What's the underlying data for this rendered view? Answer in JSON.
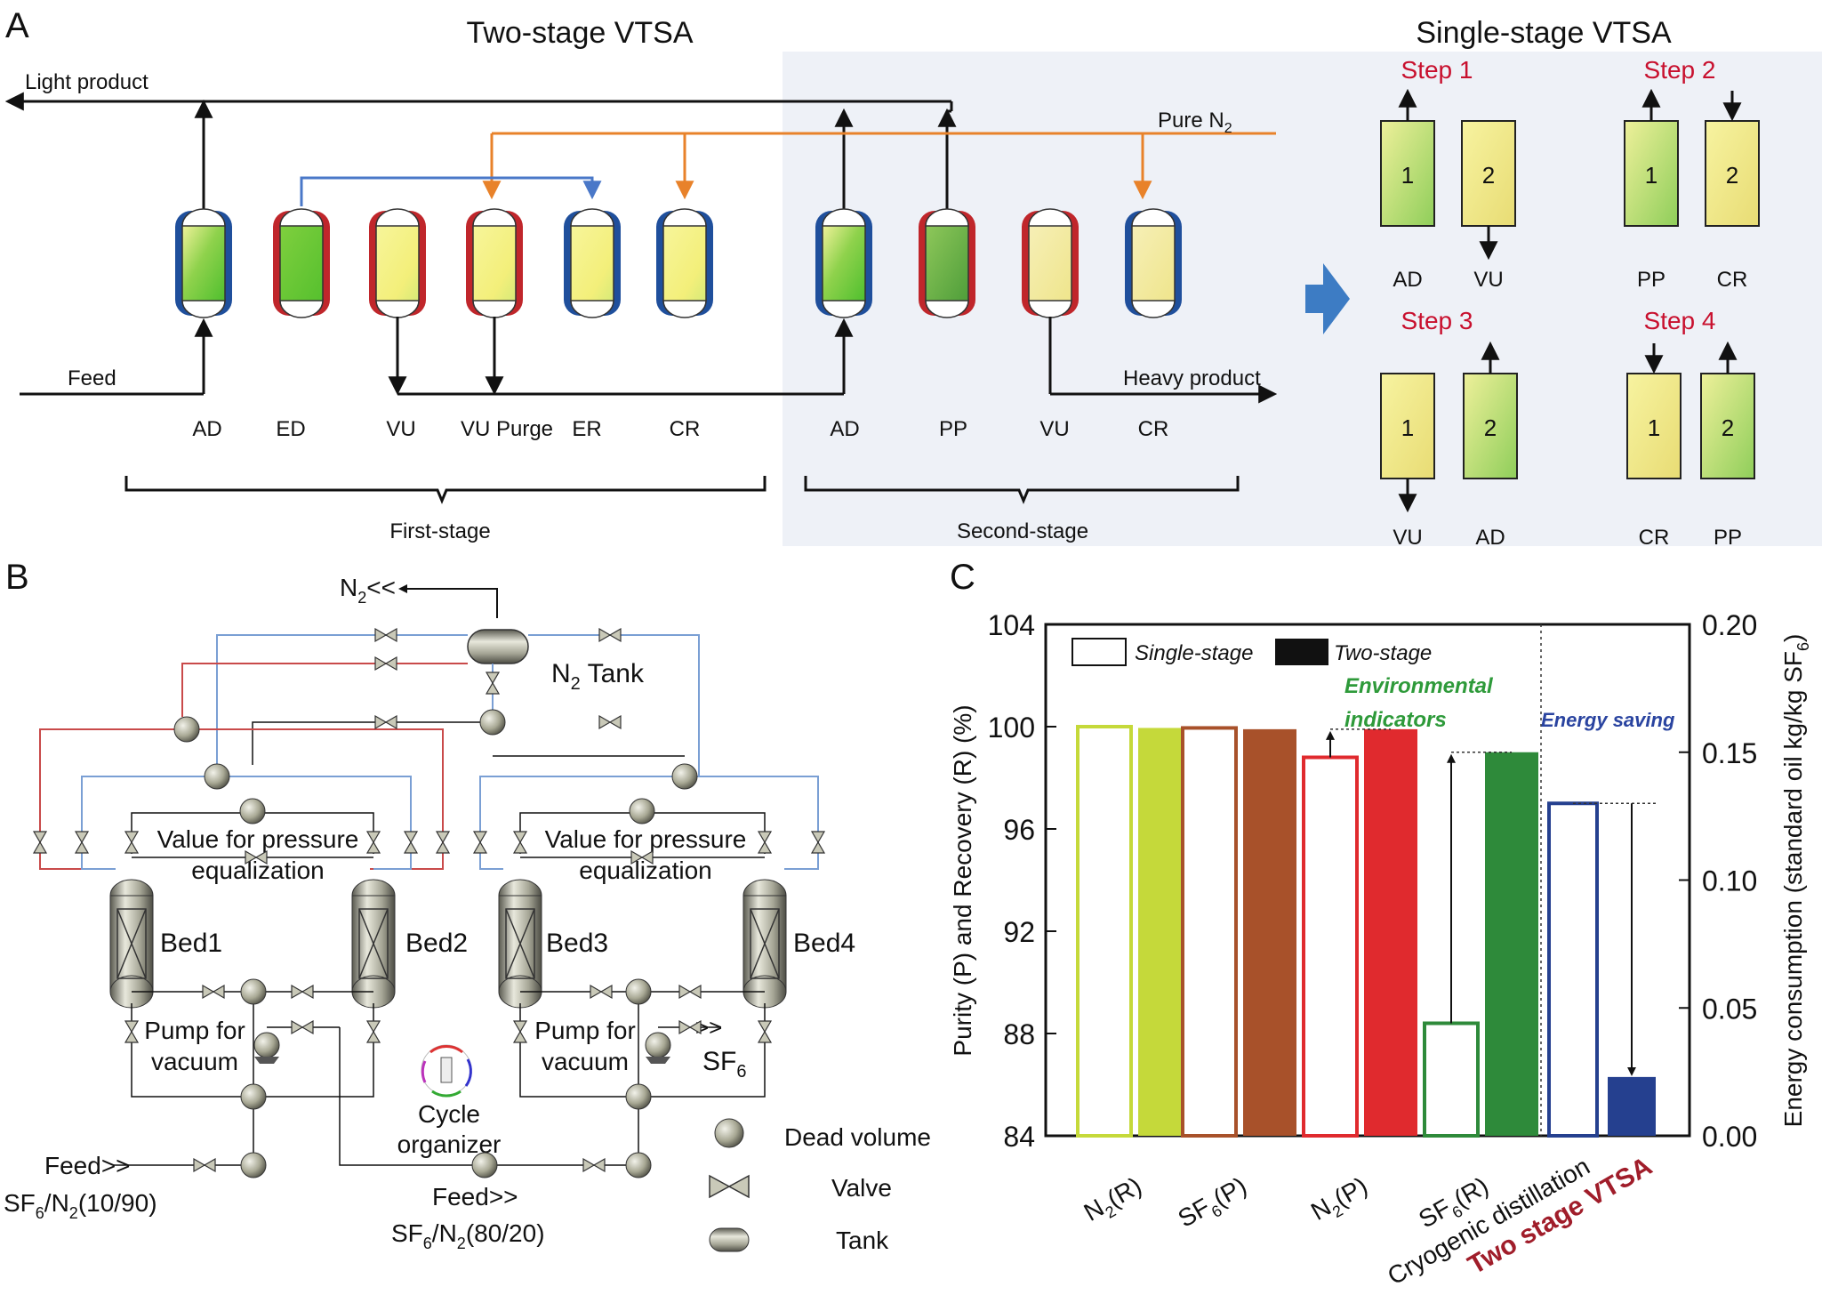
{
  "panel_a": {
    "label": "A",
    "title_two_stage": "Two-stage VTSA",
    "title_single_stage": "Single-stage VTSA",
    "light_product": "Light product",
    "pure_n2": "Pure N",
    "pure_n2_sub": "2",
    "feed": "Feed",
    "heavy_product": "Heavy product",
    "column_labels": [
      "AD",
      "ED",
      "VU",
      "VU Purge",
      "ER",
      "CR",
      "AD",
      "PP",
      "VU",
      "CR"
    ],
    "first_stage": "First-stage",
    "second_stage": "Second-stage",
    "steps": [
      {
        "title": "Step 1",
        "labels": [
          "AD",
          "VU"
        ]
      },
      {
        "title": "Step 2",
        "labels": [
          "PP",
          "CR"
        ]
      },
      {
        "title": "Step 3",
        "labels": [
          "VU",
          "AD"
        ]
      },
      {
        "title": "Step 4",
        "labels": [
          "CR",
          "PP"
        ]
      }
    ],
    "bed_numbers": [
      "1",
      "2"
    ],
    "colors": {
      "blue_jacket": "#1f4f9c",
      "red_jacket": "#c0262b",
      "orange_line": "#e8822a",
      "blue_line": "#4a78c8",
      "step_red": "#c8102e",
      "shade": "#eef1f7"
    }
  },
  "panel_b": {
    "label": "B",
    "n2_out": "N",
    "n2_out_sub": "2",
    "n2_out_suffix": "<<",
    "n2_tank": "N",
    "n2_tank_sub": "2",
    "n2_tank_suffix": " Tank",
    "valve_pe_line1": "Value for pressure",
    "valve_pe_line2": "equalization",
    "beds": [
      "Bed1",
      "Bed2",
      "Bed3",
      "Bed4"
    ],
    "pump_line1": "Pump for",
    "pump_line2": "vacuum",
    "sf6_out": ">>",
    "sf6_label": "SF",
    "sf6_sub": "6",
    "cycle_line1": "Cycle",
    "cycle_line2": "organizer",
    "feed1_line1": "Feed>>",
    "feed1_line2": {
      "a": "SF",
      "b": "6",
      "c": "/N",
      "d": "2",
      "e": "(10/90)"
    },
    "feed2_line1": "Feed>>",
    "feed2_line2": {
      "a": "SF",
      "b": "6",
      "c": "/N",
      "d": "2",
      "e": "(80/20)"
    },
    "legend": [
      "Dead volume",
      "Valve",
      "Tank"
    ]
  },
  "panel_c": {
    "label": "C",
    "legend": [
      "Single-stage",
      "Two-stage"
    ],
    "annotation_env_1": "Environmental",
    "annotation_env_2": "indicators",
    "annotation_energy": "Energy saving",
    "left_axis_label": "Purity (P) and Recovery (R) (%)",
    "right_axis_label_prefix": "Energy consumption (standard oil kg/kg SF",
    "right_axis_label_sub": "6",
    "right_axis_label_suffix": ")",
    "left_ticks": [
      "84",
      "88",
      "92",
      "96",
      "100",
      "104"
    ],
    "right_ticks": [
      "0.00",
      "0.05",
      "0.10",
      "0.15",
      "0.20"
    ],
    "categories": [
      {
        "a": "N",
        "b": "2",
        "c": "(R)"
      },
      {
        "a": "SF",
        "b": "6",
        "c": "(P)"
      },
      {
        "a": "N",
        "b": "2",
        "c": "(P)"
      },
      {
        "a": "SF",
        "b": "6",
        "c": "(R)"
      }
    ],
    "cat_energy_1": "Cryogenic distillation",
    "cat_energy_2": "Two stage VTSA",
    "colors": {
      "n2r": "#c5d93a",
      "sf6p": "#a8512a",
      "n2p": "#e02a2e",
      "sf6r": "#2e8a3a",
      "energy": "#25408f",
      "env_text": "#2e9a3a",
      "energy_text": "#2a44a0",
      "vtsa_text": "#a01d2a"
    }
  },
  "chart_data": {
    "type": "bar",
    "categories": [
      "N2(R)",
      "SF6(P)",
      "N2(P)",
      "SF6(R)",
      "Cryogenic distillation",
      "Two stage VTSA"
    ],
    "series": [
      {
        "name": "Single-stage",
        "values": [
          100.0,
          99.95,
          98.8,
          88.4,
          null,
          null
        ]
      },
      {
        "name": "Two-stage",
        "values": [
          99.95,
          99.9,
          99.9,
          99.0,
          null,
          null
        ]
      }
    ],
    "energy_values": [
      0.13,
      0.023
    ],
    "ylim": [
      84,
      104
    ],
    "y2lim": [
      0,
      0.2
    ],
    "ylabel": "Purity (P) and Recovery (R) (%)",
    "y2label": "Energy consumption (standard oil kg/kg SF6)"
  }
}
